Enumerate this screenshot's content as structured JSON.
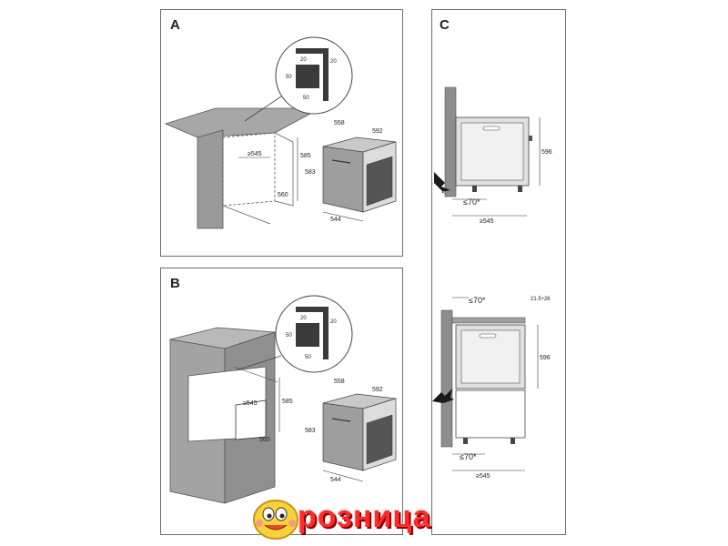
{
  "panels": {
    "a": {
      "label": "A",
      "detail": {
        "w": "50",
        "h": "50",
        "top": "20",
        "side": "20"
      },
      "niche": {
        "width": "≥545",
        "height": "585",
        "depth": "560"
      },
      "oven": {
        "depth": "558",
        "width_top": "592",
        "height": "583",
        "width": "544"
      }
    },
    "b": {
      "label": "B",
      "detail": {
        "w": "50",
        "h": "50",
        "top": "20",
        "side": "20"
      },
      "niche": {
        "width": "≥545",
        "height": "585",
        "depth": "560"
      },
      "oven": {
        "depth": "558",
        "width_top": "592",
        "height": "583",
        "width": "544"
      }
    },
    "c": {
      "label": "C",
      "upper": {
        "height": "596",
        "gap": "≤70*",
        "depth": "≥545"
      },
      "lower": {
        "gap_top": "≤70*",
        "top_clearance": "21.5÷26",
        "height": "596",
        "gap_bottom": "≤70*",
        "depth": "≥545"
      }
    }
  },
  "logo": {
    "text": "розница"
  },
  "colors": {
    "cabinet": "#a9a9a9",
    "cabinet_dark": "#8e8e8e",
    "line": "#333333",
    "logo": "#ff2a2a"
  }
}
